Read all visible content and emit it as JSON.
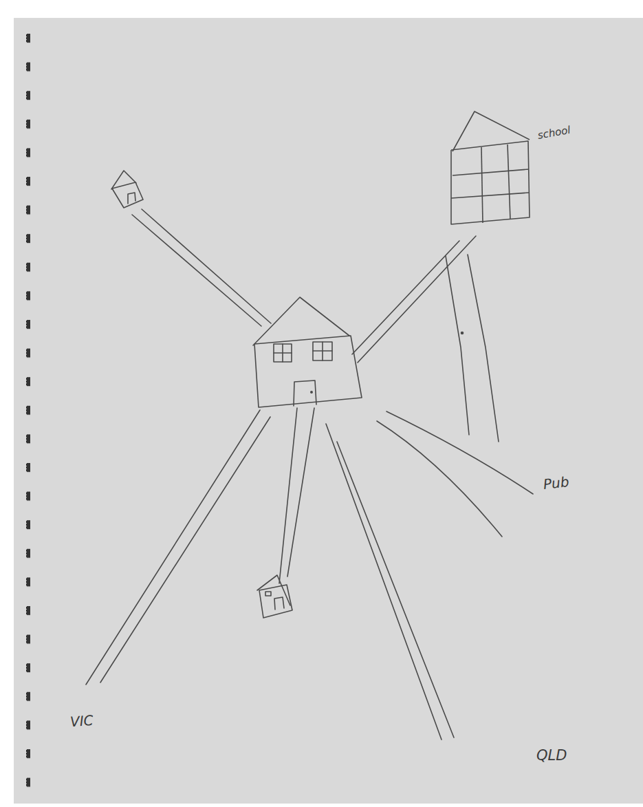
{
  "diagram": {
    "nodes": [
      {
        "text": [
          "school"
        ]
      }
    ],
    "labels": [
      "Pub",
      "VIC",
      "QLD"
    ]
  }
}
